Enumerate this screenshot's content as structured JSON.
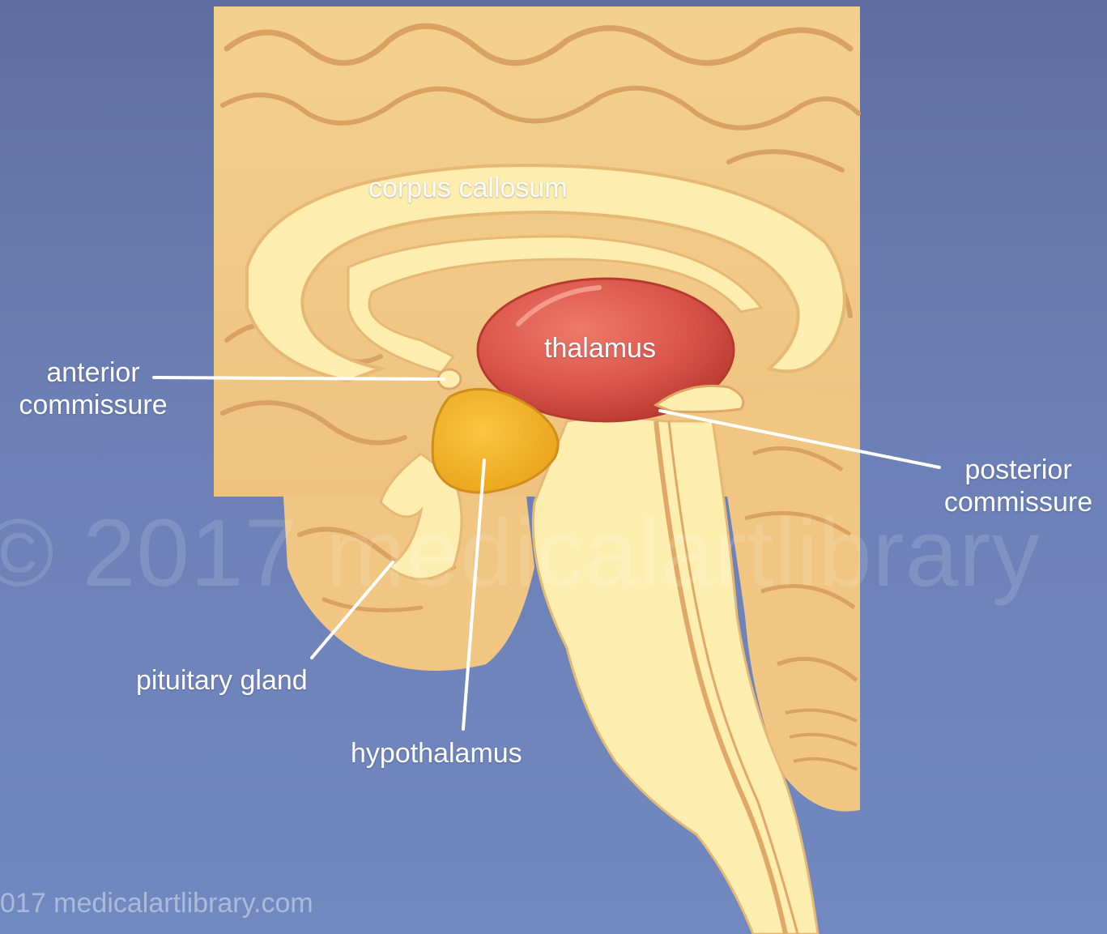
{
  "labels": {
    "corpus_callosum": "corpus callosum",
    "thalamus": "thalamus",
    "anterior_commissure_line1": "anterior",
    "anterior_commissure_line2": "commissure",
    "posterior_commissure_line1": "posterior",
    "posterior_commissure_line2": "commissure",
    "pituitary_gland": "pituitary gland",
    "hypothalamus": "hypothalamus"
  },
  "watermark": "© 2017 medicalartlibrary",
  "credit": "017 medicalartlibrary.com",
  "colors": {
    "background": "#6576ae",
    "brain_tissue": "#f3cf8e",
    "white_matter": "#fdeeb0",
    "thalamus": "#d9554a",
    "hypothalamus": "#f2b02a",
    "label_text": "#ffffff"
  }
}
